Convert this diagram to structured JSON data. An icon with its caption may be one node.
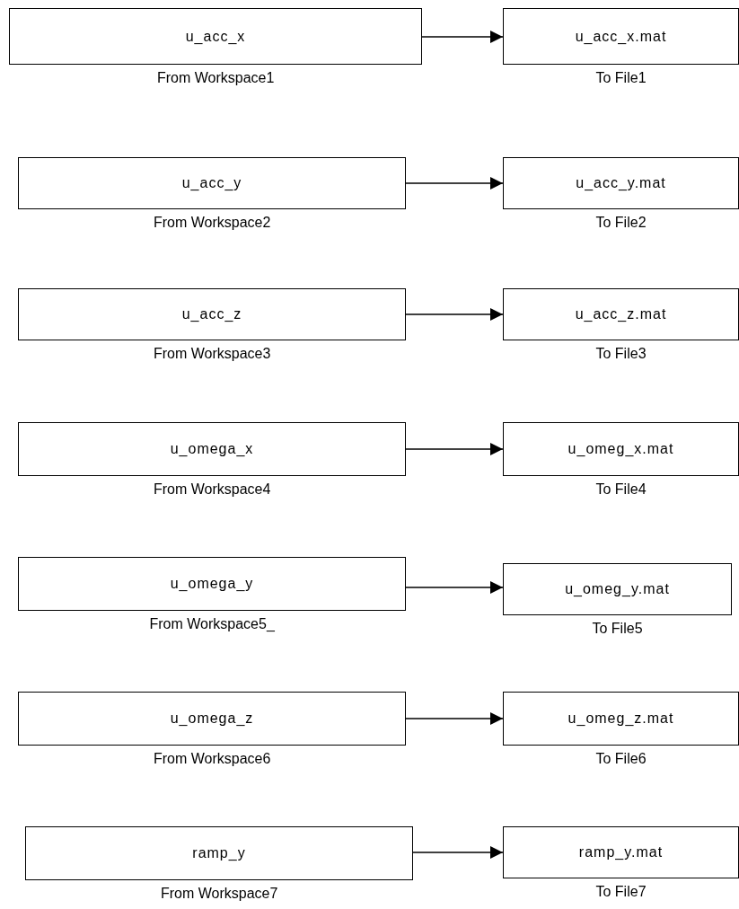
{
  "diagram": {
    "nodes": [
      {
        "text": [
          "u_acc_x"
        ],
        "beside": [
          "From Workspace1"
        ]
      },
      {
        "text": [
          "u_acc_x.mat"
        ],
        "beside": [
          "To File1"
        ]
      },
      {
        "text": [
          "u_acc_y"
        ],
        "beside": [
          "From Workspace2"
        ]
      },
      {
        "text": [
          "u_acc_y.mat"
        ],
        "beside": [
          "To File2"
        ]
      },
      {
        "text": [
          "u_acc_z"
        ],
        "beside": [
          "From Workspace3"
        ]
      },
      {
        "text": [
          "u_acc_z.mat"
        ],
        "beside": [
          "To File3"
        ]
      },
      {
        "text": [
          "u_omega_x"
        ],
        "beside": [
          "From Workspace4"
        ]
      },
      {
        "text": [
          "u_omeg_x.mat"
        ],
        "beside": [
          "To File4"
        ]
      },
      {
        "text": [
          "u_omega_y"
        ],
        "beside": [
          "From Workspace5_"
        ]
      },
      {
        "text": [
          "u_omeg_y.mat"
        ],
        "beside": [
          "To File5"
        ]
      },
      {
        "text": [
          "u_omega_z"
        ],
        "beside": [
          "From Workspace6"
        ]
      },
      {
        "text": [
          "u_omeg_z.mat"
        ],
        "beside": [
          "To File6"
        ]
      },
      {
        "text": [
          "ramp_y"
        ],
        "beside": [
          "From Workspace7"
        ]
      },
      {
        "text": [
          "ramp_y.mat"
        ],
        "beside": [
          "To File7"
        ]
      }
    ],
    "edges": [
      {
        "from": 0,
        "to": 1,
        "arrow": "to"
      },
      {
        "from": 2,
        "to": 3,
        "arrow": "to"
      },
      {
        "from": 4,
        "to": 5,
        "arrow": "to"
      },
      {
        "from": 6,
        "to": 7,
        "arrow": "to"
      },
      {
        "from": 8,
        "to": 9,
        "arrow": "to"
      },
      {
        "from": 10,
        "to": 11,
        "arrow": "to"
      },
      {
        "from": 12,
        "to": 13,
        "arrow": "to"
      }
    ]
  }
}
